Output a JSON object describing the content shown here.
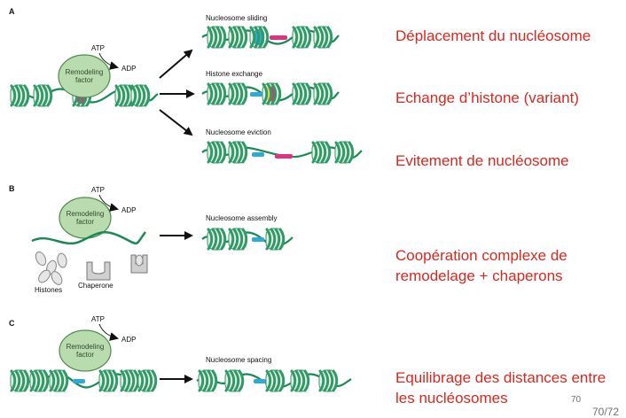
{
  "colors": {
    "accent_red": "#d9281f",
    "dna": "#1a8a55",
    "nucleosome_green": "#2e9b66",
    "nucleosome_light": "#e9eee9",
    "remodeler_fill": "#b9dcae",
    "remodeler_stroke": "#4f8a4f",
    "histone_variant_cyan": "#2fa9d6",
    "histone_variant_magenta": "#e0337f",
    "histone_variant_yellow": "#f1d34a",
    "arrow": "#111111"
  },
  "panels": {
    "a": {
      "letter": "A",
      "atp": "ATP",
      "adp": "ADP",
      "remodeler": [
        "Remodeling",
        "factor"
      ],
      "outcomes": [
        {
          "caption": "Nucleosome sliding",
          "label": "Déplacement du nucléosome"
        },
        {
          "caption": "Histone exchange",
          "label": "Echange d’histone (variant)"
        },
        {
          "caption": "Nucleosome eviction",
          "label": "Evitement de nucléosome"
        }
      ]
    },
    "b": {
      "letter": "B",
      "atp": "ATP",
      "adp": "ADP",
      "remodeler": [
        "Remodeling",
        "factor"
      ],
      "histones_caption": "Histones",
      "chaperone_caption": "Chaperone",
      "result_caption": "Nucleosome assembly",
      "label_lines": [
        "Coopération complexe de",
        "remodelage + chaperons"
      ]
    },
    "c": {
      "letter": "C",
      "atp": "ATP",
      "adp": "ADP",
      "remodeler": [
        "Remodeling",
        "factor"
      ],
      "result_caption": "Nucleosome spacing",
      "label_lines": [
        "Equilibrage des distances entre",
        "les nucléosomes"
      ]
    }
  },
  "footer": {
    "page_number": "70",
    "page_counter": "70/72"
  }
}
